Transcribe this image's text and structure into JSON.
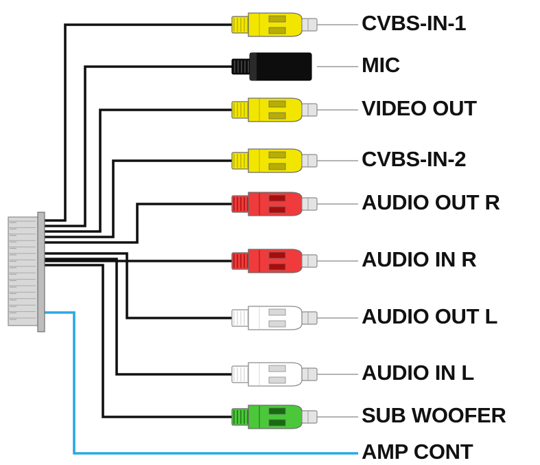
{
  "colors": {
    "wire": "#111111",
    "amp_wire": "#29a8e6",
    "lead_wire": "#9a9a9a",
    "yellow": "#f2e600",
    "yellow_dark": "#b8ae00",
    "black": "#0d0d0d",
    "red": "#ef3b3b",
    "red_dark": "#a80d0d",
    "white": "#ffffff",
    "white_outline": "#a8a8a8",
    "green": "#4bc83a",
    "green_dark": "#166b10"
  },
  "connectors": [
    {
      "label": "CVBS-IN-1",
      "plug": "yellow",
      "icon": "rca-plug-icon"
    },
    {
      "label": "MIC",
      "plug": "black",
      "icon": "mic-jack-icon"
    },
    {
      "label": "VIDEO OUT",
      "plug": "yellow",
      "icon": "rca-plug-icon"
    },
    {
      "label": "CVBS-IN-2",
      "plug": "yellow",
      "icon": "rca-plug-icon"
    },
    {
      "label": "AUDIO OUT R",
      "plug": "red",
      "icon": "rca-plug-icon"
    },
    {
      "label": "AUDIO IN R",
      "plug": "red",
      "icon": "rca-plug-icon"
    },
    {
      "label": "AUDIO OUT L",
      "plug": "white",
      "icon": "rca-plug-icon"
    },
    {
      "label": "AUDIO IN L",
      "plug": "white",
      "icon": "rca-plug-icon"
    },
    {
      "label": "SUB WOOFER",
      "plug": "green",
      "icon": "rca-plug-icon"
    },
    {
      "label": "AMP CONT",
      "plug": "none",
      "icon": "bare-wire"
    }
  ]
}
